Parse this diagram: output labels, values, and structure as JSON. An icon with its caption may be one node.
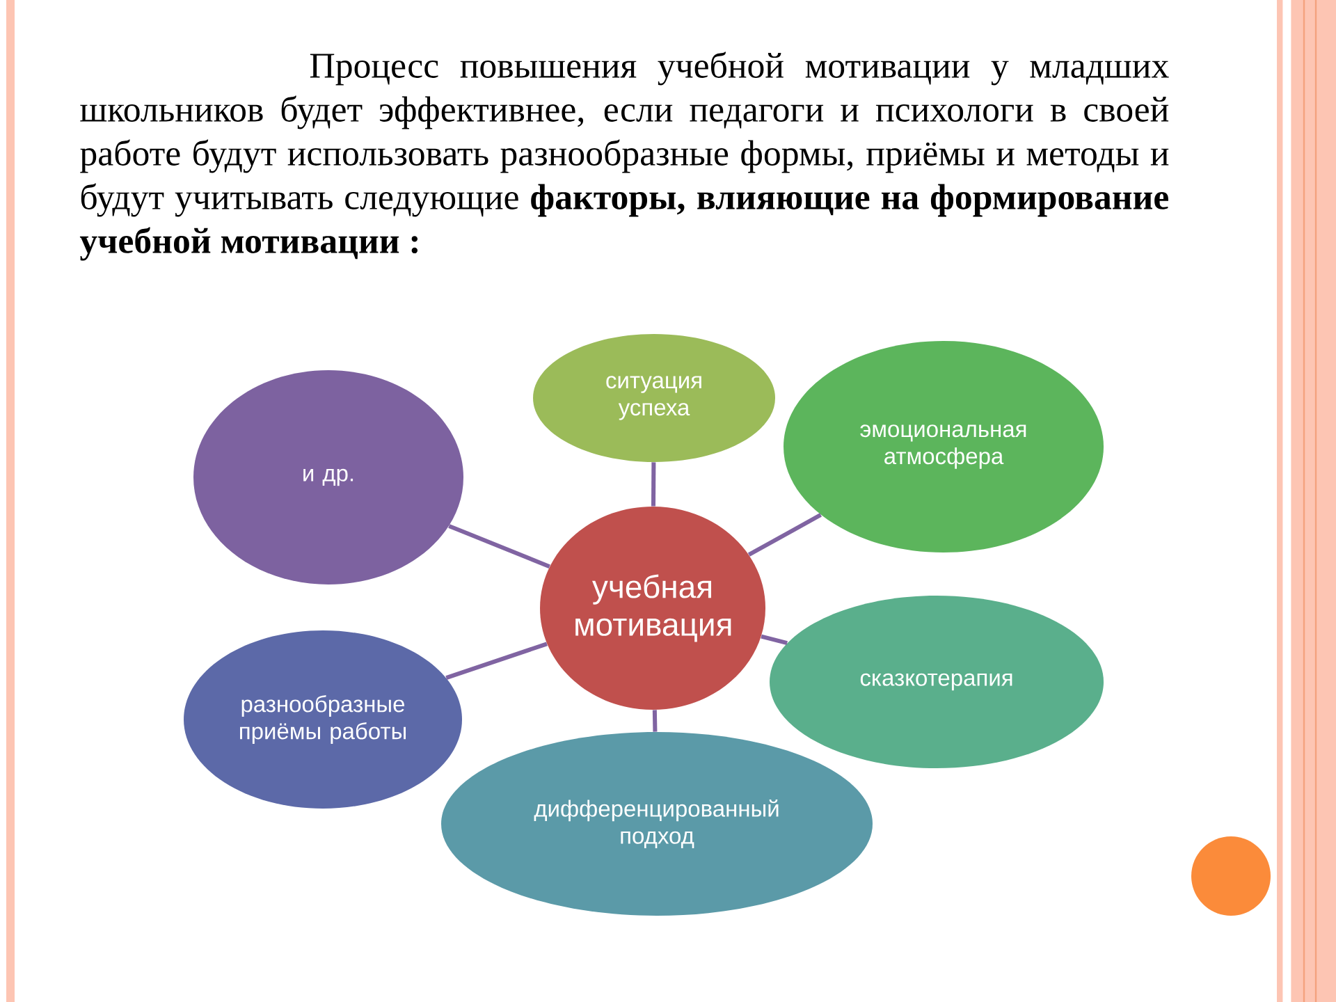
{
  "diagram": {
    "nodes": [
      {
        "text": [
          "учебная мотивация"
        ]
      },
      {
        "text": [
          "ситуация успеха"
        ]
      },
      {
        "text": [
          "эмоциональная атмосфера"
        ]
      },
      {
        "text": [
          "сказкотерапия"
        ]
      },
      {
        "text": [
          "дифференцированный подход"
        ]
      },
      {
        "text": [
          "разнообразные приёмы работы"
        ]
      },
      {
        "text": [
          "и др."
        ]
      }
    ],
    "edges": [
      {
        "from": 0,
        "to": 1,
        "arrow": "none"
      },
      {
        "from": 0,
        "to": 2,
        "arrow": "none"
      },
      {
        "from": 0,
        "to": 3,
        "arrow": "none"
      },
      {
        "from": 0,
        "to": 4,
        "arrow": "none"
      },
      {
        "from": 0,
        "to": 5,
        "arrow": "none"
      },
      {
        "from": 0,
        "to": 6,
        "arrow": "none"
      }
    ],
    "labels": [
      "Процесс повышения учебной мотивации у младших школьников будет эффективнее, если педагоги и психологи в своей работе будут использовать разнообразные формы, приёмы и методы и будут учитывать следующие **факторы, влияющие на формирование учебной мотивации :**"
    ]
  }
}
